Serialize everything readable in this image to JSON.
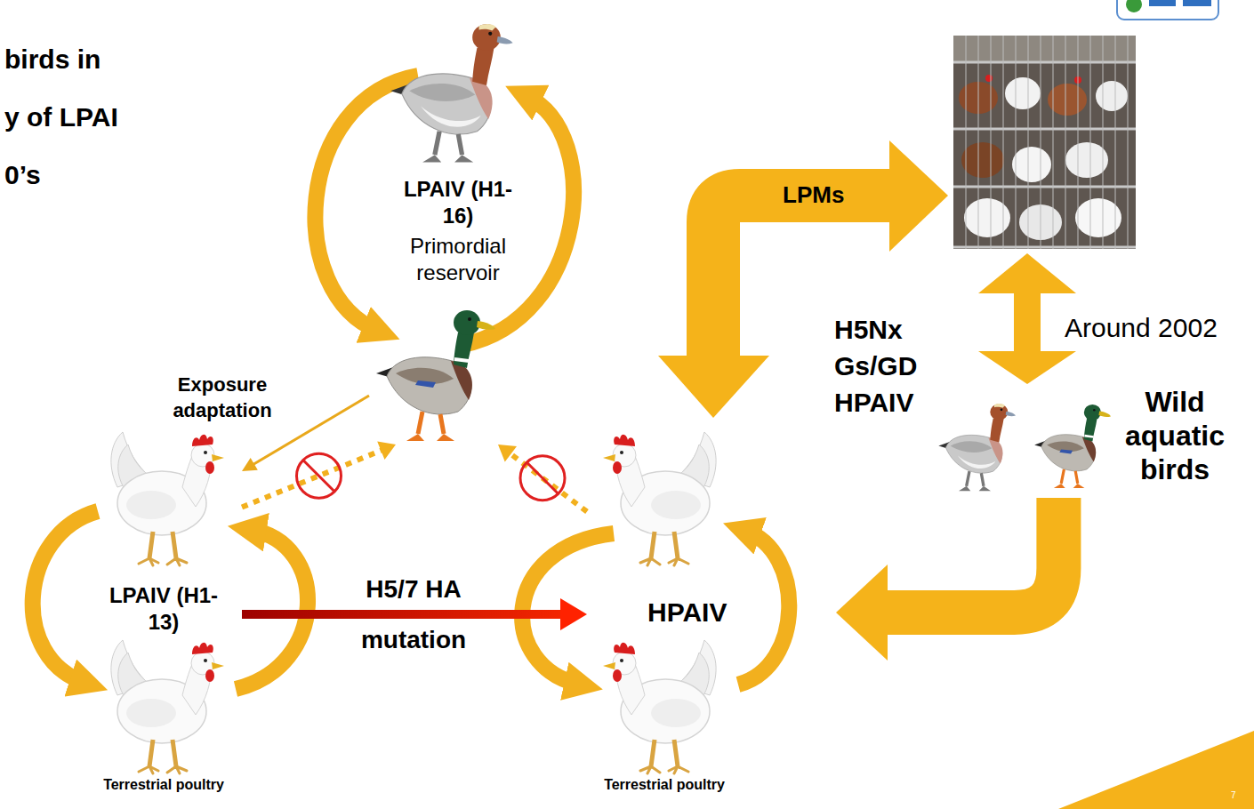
{
  "diagram": {
    "nodes": [
      {
        "text": [
          "LPAIV (H1-16)",
          "Primordial reservoir"
        ]
      },
      {
        "text": [
          "LPAIV (H1-13)",
          "Terrestrial poultry"
        ]
      },
      {
        "text": [
          "HPAIV",
          "Terrestrial poultry"
        ]
      },
      {
        "text": [
          "Wild aquatic birds"
        ]
      }
    ],
    "edges": [
      {
        "from": 0,
        "to": 1,
        "arrow": "to",
        "label": "Exposure adaptation"
      },
      {
        "from": 1,
        "to": 0,
        "arrow": "to"
      },
      {
        "from": 2,
        "to": 0,
        "arrow": "to"
      },
      {
        "from": 1,
        "to": 2,
        "arrow": "to",
        "label": "H5/7 HA"
      },
      {
        "from": 3,
        "to": 2,
        "arrow": "to"
      }
    ],
    "labels": [
      "birds in",
      "y of LPAI",
      "0’s",
      "LPMs",
      "H5Nx Gs/GD HPAIV",
      "Around 2002",
      "mutation",
      "7"
    ]
  }
}
